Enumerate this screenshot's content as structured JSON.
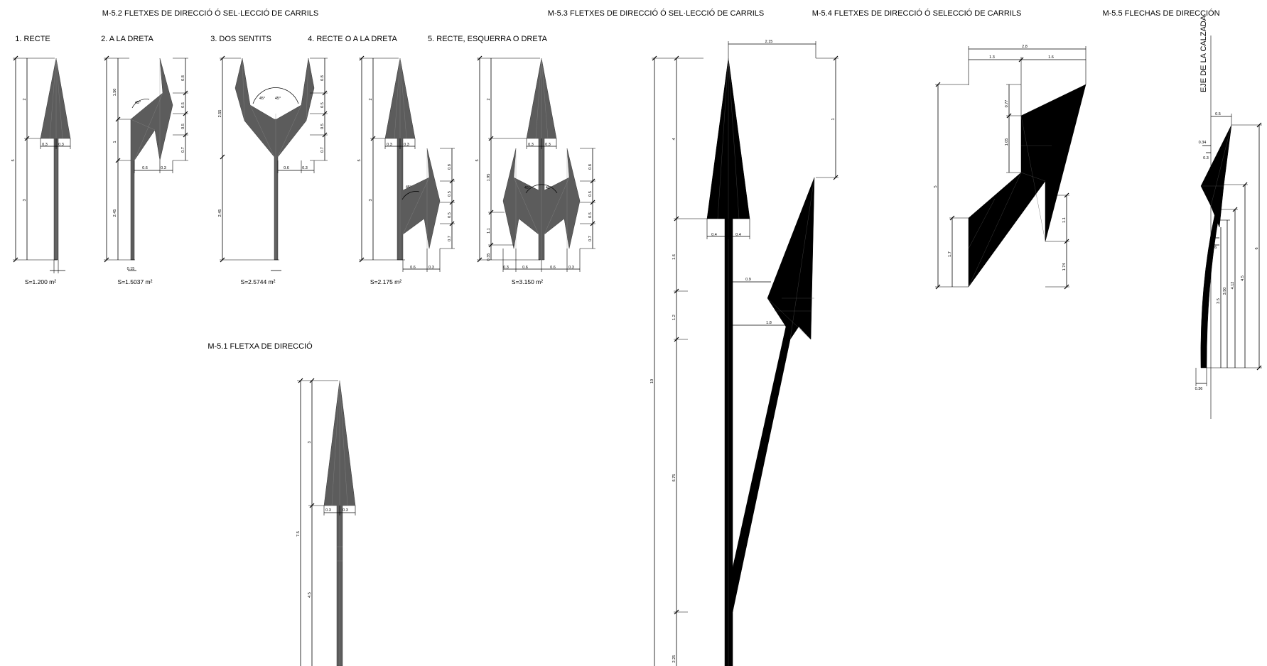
{
  "drawing": {
    "sections": {
      "m52": {
        "title": "M-5.2  FLETXES DE DIRECCIÓ Ó SEL·LECCIÓ DE CARRILS",
        "labels": [
          "1. RECTE",
          "2. A LA DRETA",
          "3. DOS SENTITS",
          "4. RECTE O A LA DRETA",
          "5. RECTE, ESQUERRA O DRETA"
        ],
        "areas": [
          "S=1.200 m²",
          "S=1.5037 m²",
          "S=2.5744 m²",
          "S=2.175 m²",
          "S=3.150 m²"
        ]
      },
      "m51": {
        "title": "M-5.1  FLETXA DE DIRECCIÓ"
      },
      "m53": {
        "title": "M-5.3  FLETXES DE DIRECCIÓ Ó SEL·LECCIÓ DE CARRILS"
      },
      "m54": {
        "title": "M-5.4  FLETXES DE DIRECCIÓ Ó SELECCIÓ DE CARRILS"
      },
      "m55": {
        "title": "M-5.5  FLECHAS DE DIRECCIÓN",
        "axis_label": "EJE DE LA CALZADA"
      }
    },
    "dims": {
      "a1": {
        "total": "5",
        "head": "2",
        "shaft": "3",
        "half": "0.3"
      },
      "a2": {
        "top": "1.50",
        "mid": "1",
        "low": "2.45",
        "r1": "0.8",
        "r2": "0.5",
        "r3": "0.5",
        "r4": "0.7",
        "w1": "0.6",
        "w2": "0.3",
        "base": "0.15",
        "angle": "45°"
      },
      "a3": {
        "top": "2.55",
        "low": "2.45",
        "r1": "0.8",
        "r2": "0.5",
        "r3": "0.5",
        "r4": "0.7",
        "w1": "0.6",
        "w2": "0.3"
      },
      "a4": {
        "total": "5",
        "head": "2",
        "shaft": "3",
        "half": "0.3",
        "r1": "0.8",
        "r2": "0.5",
        "r3": "0.5",
        "r4": "0.7",
        "w1": "0.6",
        "w2": "0.3"
      },
      "a5": {
        "total": "5",
        "head": "2",
        "mid": "1.95",
        "low": "1.1",
        "base": "0.35",
        "half": "0.3",
        "r1": "0.8",
        "r2": "0.5",
        "r3": "0.5",
        "r4": "0.7",
        "b1": "0.3",
        "b2": "0.6",
        "b3": "0.6",
        "b4": "0.3"
      },
      "m51": {
        "total": "7.5",
        "head": "3",
        "shaft": "4.5",
        "half": "0.3"
      },
      "m53": {
        "top": "2.15",
        "right": "1",
        "head": "4",
        "s1": "1.6",
        "s2": "1.2",
        "total": "10",
        "s3": "6.75",
        "s4": "2.25",
        "hw": "0.4",
        "o1": "0.9",
        "o2": "1.8"
      },
      "m54": {
        "total": "2.8",
        "a": "1.3",
        "b": "1.6",
        "h1": "0.77",
        "h2": "1.05",
        "h3": "5",
        "h4": "1.7",
        "r1": "1.1",
        "r2": "1.74"
      },
      "m55": {
        "w": "0.5",
        "a": "0.34",
        "b": "0.3",
        "c": "0.26",
        "d": "0.36",
        "v1": "3.5",
        "v2": "3.50",
        "v3": "4.12",
        "v4": "4.5",
        "v5": "6"
      }
    }
  }
}
